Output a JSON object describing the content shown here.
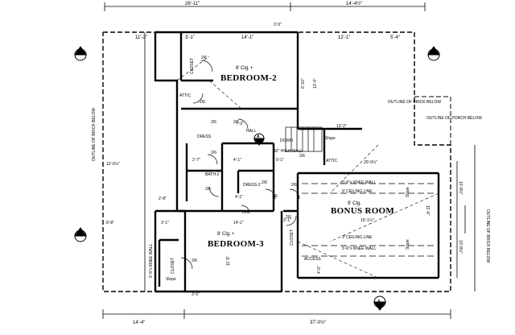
{
  "rooms": {
    "bedroom2": {
      "name": "BEDROOM-2",
      "ceiling": "8' Clg. •"
    },
    "bedroom3": {
      "name": "BEDROOM-3",
      "ceiling": "8' Clg. •"
    },
    "bonus": {
      "name": "BONUS ROOM",
      "ceiling": "9' Clg."
    }
  },
  "labels": {
    "closet": "CLOSET",
    "attic": "ATTIC",
    "hall": "HALL",
    "down": "DOWN",
    "dressing": "DRESS",
    "bath2": "BATH-2",
    "dress2": "DRESS-2",
    "lin": "LIN",
    "access": "ACCESS",
    "knee_wall_1": "5'-6\"x KNEE WALL",
    "ceiling_line_1": "9' CEILING LINE",
    "ceiling_line_2": "9' CEILING LINE",
    "knee_wall_2": "5'-6\"x KNEE WALL",
    "high_wall": "42\" HIGH WALL",
    "slope": "Slope",
    "outline_brick_left": "OUTLINE OF BRICK BELOW",
    "outline_brick_right": "OUTLINE OF BRICK BELOW",
    "outline_brick_mid": "OUTLINE OF BRICK BELOW",
    "outline_porch": "OUTLINE OF PORCH BELOW",
    "knee_wall_v": "6'-5\"x KNEE WALL",
    "door_sizes": [
      "2/6",
      "2/6",
      "2/6",
      "2/6",
      "2/6",
      "2/6",
      "2/6",
      "2/6",
      "2/6",
      "2/6",
      "2/6",
      "2/6"
    ]
  },
  "dimensions": {
    "top_left": "26'-11\"",
    "top_right": "14'-4½\"",
    "bottom_left": "14'-4\"",
    "bottom_right": "37'-0½\"",
    "d_11_2": "11'-2\"",
    "d_3_11": "3'-1\"",
    "d_14_1": "14'-1\"",
    "d_12_1": "12'-1\"",
    "d_5_4": "5'-4\"",
    "d_3_5_top": "3'-5\"",
    "d_3_5_bot": "3'-5\"",
    "d_13_4": "13'-4\"",
    "d_12_0": "12'-0½\"",
    "d_20_0": "20'-0½\"",
    "d_8_8": "8'-8\"",
    "d_2_8": "2'-8\"",
    "d_4_1": "4'-1\"",
    "d_3_1": "3'-1\"",
    "d_14_1b": "14'-1\"",
    "d_13_2": "13'-2\"",
    "d_15_1": "15'-1½\"",
    "d_10_8a": "10'-8½\"",
    "d_10_8b": "10'-8½\"",
    "d_11_4": "11'-4\"",
    "d_6_10": "6'-10\"",
    "d_7_2": "7'-2\"",
    "d_5_1": "5'-1\"",
    "d_4_1b": "4'-1\"",
    "d_2_7": "2'-7\"",
    "d_11_5": "11'-5\"",
    "d_3_1b": "3'-1\"",
    "d_4_0": "4'-0\""
  },
  "markers": [
    "A",
    "A",
    "A",
    "A",
    "A"
  ]
}
